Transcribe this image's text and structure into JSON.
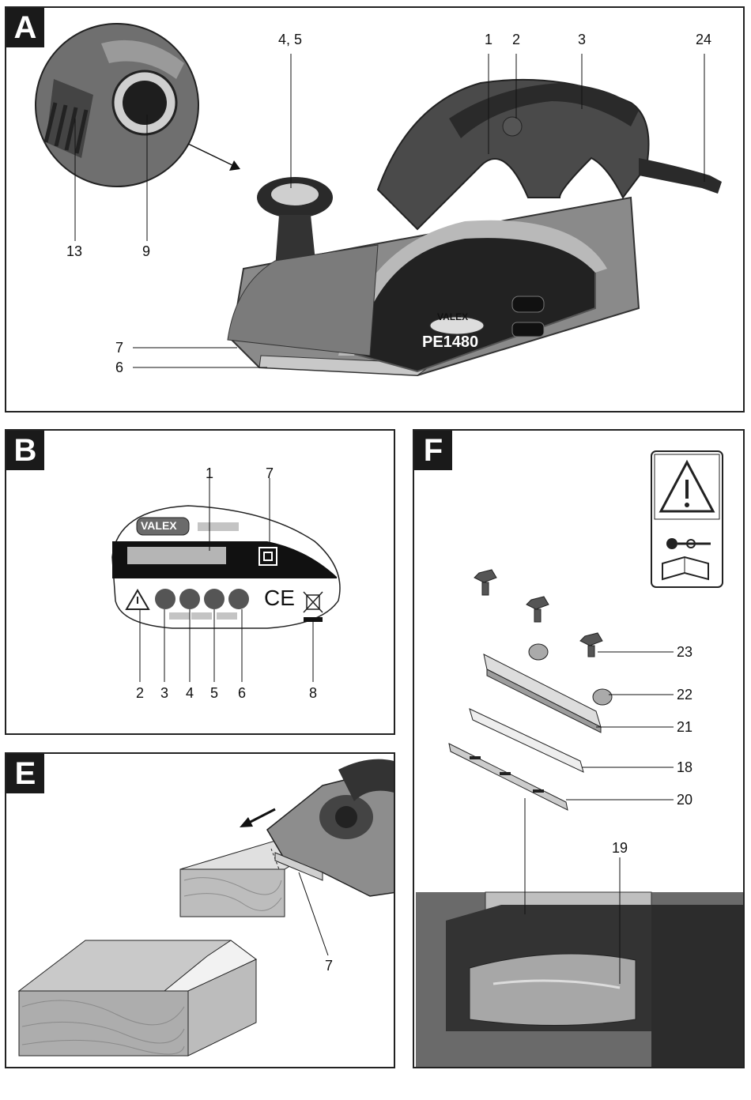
{
  "panels": {
    "a": {
      "letter": "A",
      "callouts": {
        "c45": "4, 5",
        "c1": "1",
        "c2": "2",
        "c3": "3",
        "c24": "24",
        "c13": "13",
        "c9": "9",
        "c7": "7",
        "c6": "6"
      },
      "product": {
        "brand": "VALEX",
        "model": "PE1480"
      }
    },
    "b": {
      "letter": "B",
      "label_brand": "VALEX",
      "ce_mark": "CE",
      "callouts": {
        "c1": "1",
        "c7": "7",
        "c2": "2",
        "c3": "3",
        "c4": "4",
        "c5": "5",
        "c6": "6",
        "c8": "8"
      }
    },
    "e": {
      "letter": "E",
      "callouts": {
        "c7": "7"
      }
    },
    "f": {
      "letter": "F",
      "callouts": {
        "c23": "23",
        "c22": "22",
        "c21": "21",
        "c18": "18",
        "c20": "20",
        "c19": "19"
      }
    }
  },
  "icons": [
    "warning-triangle-icon",
    "read-manual-icon",
    "gloves-icon",
    "ear-protection-icon",
    "eye-protection-icon",
    "weee-bin-icon",
    "class-ii-icon",
    "unplug-icon"
  ]
}
